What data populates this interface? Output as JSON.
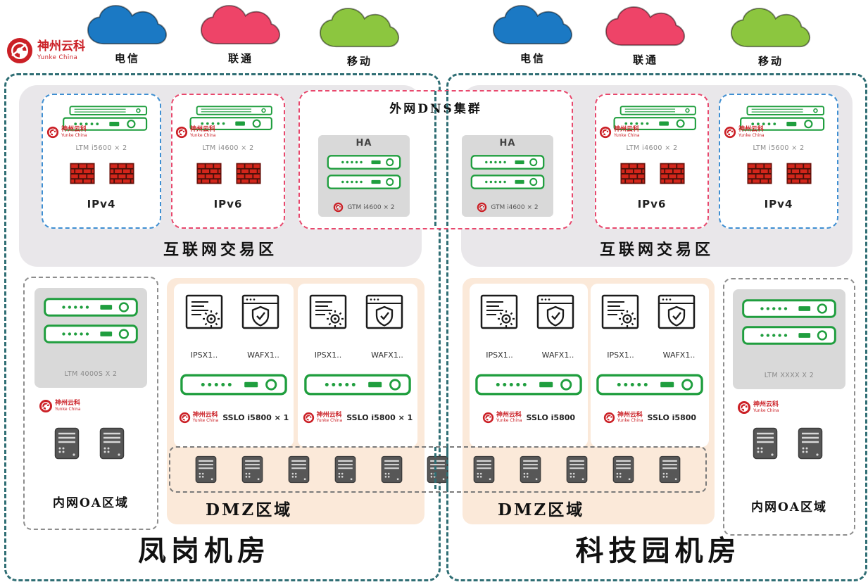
{
  "colors": {
    "teal": "#2f6e74",
    "blue": "#3f8fd2",
    "pink": "#e8486d",
    "peach": "#fbe9d9",
    "zone_gray": "#e9e7ea",
    "inner_gray": "#d9d9d9",
    "green": "#1f9e3e",
    "logo_red": "#cb2026",
    "firewall_red": "#d3261b",
    "server_gray": "#575757"
  },
  "logo": {
    "name": "神州云科",
    "sub": "Yunke China"
  },
  "clouds": [
    {
      "label": "电信",
      "color": "#1b79c4"
    },
    {
      "label": "联通",
      "color": "#ee4468"
    },
    {
      "label": "移动",
      "color": "#8cc63f"
    },
    {
      "label": "电信",
      "color": "#1b79c4"
    },
    {
      "label": "联通",
      "color": "#ee4468"
    },
    {
      "label": "移动",
      "color": "#8cc63f"
    }
  ],
  "dns_cluster": {
    "title": "外网DNS集群",
    "ha": "HA",
    "device": "GTM i4600 × 2"
  },
  "datacenters": {
    "left": {
      "name": "凤岗机房",
      "internet_zone": {
        "label": "互联网交易区",
        "ipv4": {
          "label": "IPv4",
          "device": "LTM i5600 × 2"
        },
        "ipv6": {
          "label": "IPv6",
          "device": "LTM i4600 × 2"
        }
      },
      "oa_zone": {
        "label": "内网OA区域",
        "device": "LTM 4000S X 2"
      },
      "dmz": {
        "label": "DMZ区域",
        "groups": [
          {
            "ips": "IPSX1..",
            "waf": "WAFX1..",
            "sslo": "SSLO i5800 × 1"
          },
          {
            "ips": "IPSX1..",
            "waf": "WAFX1..",
            "sslo": "SSLO i5800 × 1"
          }
        ]
      }
    },
    "right": {
      "name": "科技园机房",
      "internet_zone": {
        "label": "互联网交易区",
        "ipv6": {
          "label": "IPv6",
          "device": "LTM i4600 × 2"
        },
        "ipv4": {
          "label": "IPv4",
          "device": "LTM i5600 × 2"
        }
      },
      "oa_zone": {
        "label": "内网OA区域",
        "device": "LTM XXXX X 2"
      },
      "dmz": {
        "label": "DMZ区域",
        "groups": [
          {
            "ips": "IPSX1..",
            "waf": "WAFX1..",
            "sslo": "SSLO i5800"
          },
          {
            "ips": "IPSX1..",
            "waf": "WAFX1..",
            "sslo": "SSLO i5800"
          }
        ]
      }
    }
  }
}
